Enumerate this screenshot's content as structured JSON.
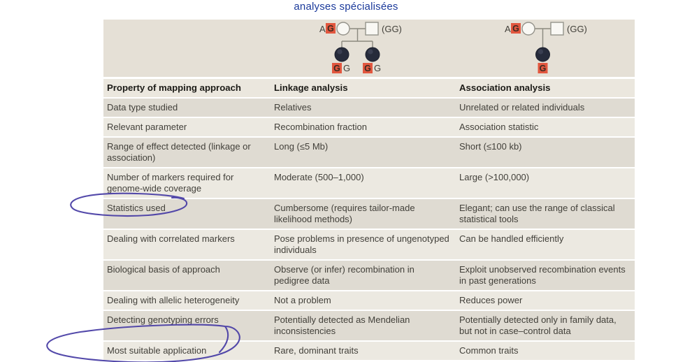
{
  "title": "analyses spécialisées",
  "colors": {
    "title-blue": "#1b3a9b",
    "chip-red": "#e2573f",
    "annotation-purple": "#4a3fa5",
    "band-bg": "#e5e0d6",
    "header-bg": "#ebe7de",
    "row-dark": "#dfdbd2",
    "row-light": "#ece9e1"
  },
  "pedigrees": {
    "left": {
      "mother_allele_normal": "A",
      "mother_allele_risk": "G",
      "father_genotype": "(GG)",
      "children": [
        {
          "risk": "G",
          "normal": "G"
        },
        {
          "risk": "G",
          "normal": "G"
        }
      ]
    },
    "right": {
      "mother_allele_normal": "A",
      "mother_allele_risk": "G",
      "father_genotype": "(GG)",
      "children": [
        {
          "risk": "G"
        }
      ]
    }
  },
  "table": {
    "headers": [
      "Property of mapping approach",
      "Linkage analysis",
      "Association analysis"
    ],
    "rows": [
      [
        "Data type studied",
        "Relatives",
        "Unrelated or related individuals"
      ],
      [
        "Relevant parameter",
        "Recombination fraction",
        "Association statistic"
      ],
      [
        "Range of effect detected (linkage or association)",
        "Long (≤5 Mb)",
        "Short (≤100 kb)"
      ],
      [
        "Number of markers required for genome-wide coverage",
        "Moderate (500–1,000)",
        "Large (>100,000)"
      ],
      [
        "Statistics used",
        "Cumbersome (requires tailor-made likelihood methods)",
        "Elegant; can use the range of classical statistical tools"
      ],
      [
        "Dealing with correlated markers",
        "Pose problems in presence of ungenotyped individuals",
        "Can be handled efficiently"
      ],
      [
        "Biological basis of approach",
        "Observe (or infer) recombination in pedigree data",
        "Exploit unobserved recombination events in past generations"
      ],
      [
        "Dealing with allelic heterogeneity",
        "Not a problem",
        "Reduces power"
      ],
      [
        "Detecting genotyping errors",
        "Potentially detected as Mendelian inconsistencies",
        "Potentially detected only in family data, but not in case–control data"
      ],
      [
        "Most suitable application",
        "Rare, dominant traits",
        "Common traits"
      ]
    ]
  },
  "annotations": {
    "circled_row_labels": [
      "Statistics used",
      "Most suitable application"
    ],
    "color": "#4a3fa5"
  }
}
